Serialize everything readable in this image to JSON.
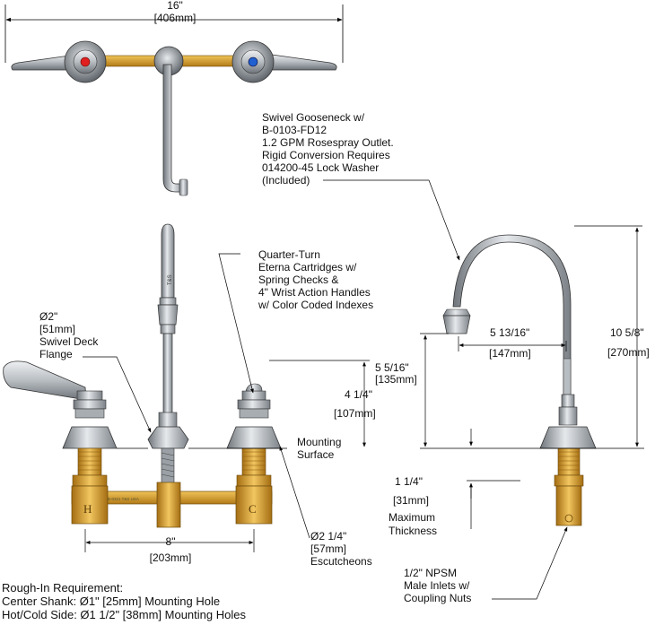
{
  "dims": {
    "overall_width": {
      "imperial": "16\"",
      "metric": "[406mm]"
    },
    "center_to_center": {
      "imperial": "8\"",
      "metric": "[203mm]"
    },
    "spout_height": {
      "imperial": "10 5/8\"",
      "metric": "[270mm]"
    },
    "spout_reach": {
      "imperial": "5 13/16\"",
      "metric": "[147mm]"
    },
    "outlet_height": {
      "imperial": "5 5/16\"",
      "metric": "[135mm]"
    },
    "handle_height": {
      "imperial": "4 1/4\"",
      "metric": "[107mm]"
    },
    "flange_dia": {
      "imperial": "Ø2\"",
      "metric": "[51mm]",
      "name": "Swivel Deck",
      "name2": "Flange"
    },
    "escutcheon_dia": {
      "imperial": "Ø2 1/4\"",
      "metric": "[57mm]",
      "name": "Escutcheons"
    },
    "max_thickness": {
      "imperial": "1 1/4\"",
      "metric": "[31mm]",
      "name": "Maximum",
      "name2": "Thickness"
    }
  },
  "callouts": {
    "gooseneck": [
      "Swivel Gooseneck w/",
      "B-0103-FD12",
      "1.2 GPM Rosespray Outlet.",
      "Rigid Conversion Requires",
      "014200-45 Lock Washer",
      "(Included)"
    ],
    "cartridges": [
      "Quarter-Turn",
      "Eterna Cartridges w/",
      "Spring Checks &",
      "4\" Wrist Action Handles",
      "w/ Color Coded Indexes"
    ],
    "mounting_surface": [
      "Mounting",
      "Surface"
    ],
    "inlets": [
      "1/2\" NPSM",
      "Male Inlets w/",
      "Coupling Nuts"
    ]
  },
  "rough_in": {
    "title": "Rough-In Requirement:",
    "line1": "Center Shank:  Ø1\" [25mm] Mounting Hole",
    "line2": "Hot/Cold Side:  Ø1 1/2\" [38mm] Mounting Holes"
  },
  "markings": {
    "hot": "H",
    "cold": "C",
    "spout_stamp": "T&S",
    "crossbar_stamp": "B-0321 T&S USA"
  },
  "colors": {
    "brass": "#d9a23a",
    "chrome": "#a9aeb3",
    "hot_index": "#e02020",
    "cold_index": "#2060d0",
    "line": "#000000"
  }
}
